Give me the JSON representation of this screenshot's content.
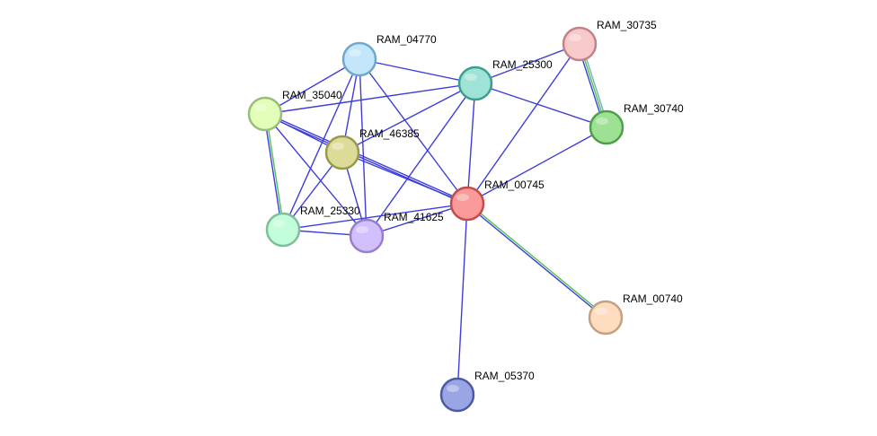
{
  "nodes": [
    {
      "id": "RAM_04770",
      "label": "RAM_04770",
      "fill": "#c4e6fb",
      "stroke": "#6fa8cd"
    },
    {
      "id": "RAM_25300",
      "label": "RAM_25300",
      "fill": "#9fe2d6",
      "stroke": "#3c9e8f"
    },
    {
      "id": "RAM_30735",
      "label": "RAM_30735",
      "fill": "#f8c9cb",
      "stroke": "#c28387"
    },
    {
      "id": "RAM_35040",
      "label": "RAM_35040",
      "fill": "#e3feb9",
      "stroke": "#98be78"
    },
    {
      "id": "RAM_46385",
      "label": "RAM_46385",
      "fill": "#dcdc98",
      "stroke": "#98984c"
    },
    {
      "id": "RAM_30740",
      "label": "RAM_30740",
      "fill": "#9ee194",
      "stroke": "#4f9e4a"
    },
    {
      "id": "RAM_00745",
      "label": "RAM_00745",
      "fill": "#fb9a9a",
      "stroke": "#c24c4c"
    },
    {
      "id": "RAM_25330",
      "label": "RAM_25330",
      "fill": "#c2fedb",
      "stroke": "#7ebf98"
    },
    {
      "id": "RAM_41625",
      "label": "RAM_41625",
      "fill": "#d2c0fc",
      "stroke": "#957fcb"
    },
    {
      "id": "RAM_00740",
      "label": "RAM_00740",
      "fill": "#fddcbf",
      "stroke": "#c3a080"
    },
    {
      "id": "RAM_05370",
      "label": "RAM_05370",
      "fill": "#9aa5e3",
      "stroke": "#4c5aa6"
    }
  ],
  "edges": [
    {
      "source": "RAM_04770",
      "target": "RAM_25300",
      "types": [
        "blue"
      ]
    },
    {
      "source": "RAM_04770",
      "target": "RAM_35040",
      "types": [
        "blue"
      ]
    },
    {
      "source": "RAM_04770",
      "target": "RAM_46385",
      "types": [
        "blue"
      ]
    },
    {
      "source": "RAM_04770",
      "target": "RAM_00745",
      "types": [
        "blue"
      ]
    },
    {
      "source": "RAM_04770",
      "target": "RAM_25330",
      "types": [
        "blue"
      ]
    },
    {
      "source": "RAM_04770",
      "target": "RAM_41625",
      "types": [
        "blue"
      ]
    },
    {
      "source": "RAM_25300",
      "target": "RAM_30735",
      "types": [
        "blue"
      ]
    },
    {
      "source": "RAM_25300",
      "target": "RAM_35040",
      "types": [
        "blue"
      ]
    },
    {
      "source": "RAM_25300",
      "target": "RAM_46385",
      "types": [
        "blue"
      ]
    },
    {
      "source": "RAM_25300",
      "target": "RAM_30740",
      "types": [
        "blue"
      ]
    },
    {
      "source": "RAM_25300",
      "target": "RAM_00745",
      "types": [
        "blue"
      ]
    },
    {
      "source": "RAM_25300",
      "target": "RAM_41625",
      "types": [
        "blue"
      ]
    },
    {
      "source": "RAM_30735",
      "target": "RAM_30740",
      "types": [
        "teal",
        "green",
        "blue"
      ]
    },
    {
      "source": "RAM_30735",
      "target": "RAM_00745",
      "types": [
        "blue"
      ]
    },
    {
      "source": "RAM_30740",
      "target": "RAM_00745",
      "types": [
        "blue"
      ]
    },
    {
      "source": "RAM_35040",
      "target": "RAM_46385",
      "types": [
        "blue"
      ]
    },
    {
      "source": "RAM_35040",
      "target": "RAM_00745",
      "types": [
        "blue",
        "blue"
      ]
    },
    {
      "source": "RAM_35040",
      "target": "RAM_25330",
      "types": [
        "green",
        "blue"
      ]
    },
    {
      "source": "RAM_35040",
      "target": "RAM_41625",
      "types": [
        "blue"
      ]
    },
    {
      "source": "RAM_46385",
      "target": "RAM_00745",
      "types": [
        "blue"
      ]
    },
    {
      "source": "RAM_46385",
      "target": "RAM_25330",
      "types": [
        "blue"
      ]
    },
    {
      "source": "RAM_46385",
      "target": "RAM_41625",
      "types": [
        "blue"
      ]
    },
    {
      "source": "RAM_25330",
      "target": "RAM_41625",
      "types": [
        "blue"
      ]
    },
    {
      "source": "RAM_25330",
      "target": "RAM_00745",
      "types": [
        "blue"
      ]
    },
    {
      "source": "RAM_41625",
      "target": "RAM_00745",
      "types": [
        "blue"
      ]
    },
    {
      "source": "RAM_00745",
      "target": "RAM_00740",
      "types": [
        "green",
        "blue"
      ]
    },
    {
      "source": "RAM_00745",
      "target": "RAM_05370",
      "types": [
        "blue"
      ]
    }
  ],
  "edge_colors": {
    "blue": "#3d3ddc",
    "green": "#4cc24c",
    "teal": "#6fb3b3"
  }
}
